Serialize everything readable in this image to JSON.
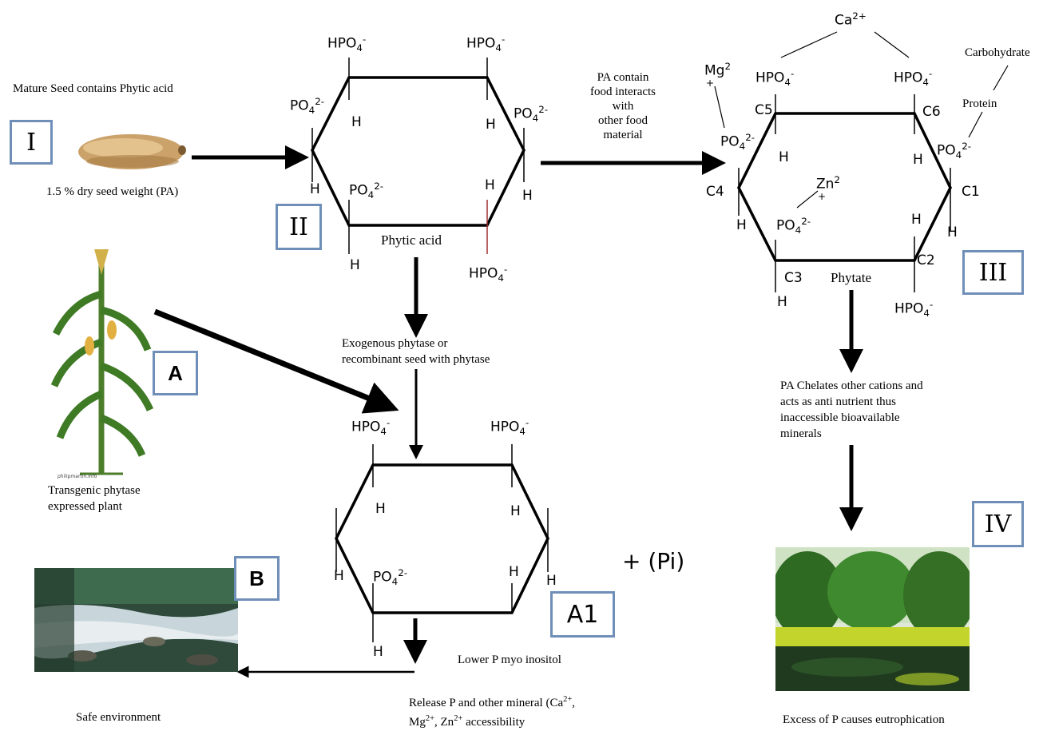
{
  "labels": {
    "box_I": "I",
    "box_II": "II",
    "box_III": "III",
    "box_IV": "IV",
    "box_A": "A",
    "box_A1": "A1",
    "box_B": "B"
  },
  "text": {
    "mature_seed": "Mature Seed contains Phytic acid",
    "dry_weight": "1.5 % dry seed weight (PA)",
    "phytic_acid": "Phytic acid",
    "pa_contain_1": "PA contain",
    "pa_contain_2": "food interacts",
    "pa_contain_3": "with",
    "pa_contain_4": "other food",
    "pa_contain_5": "material",
    "carbohydrate": "Carbohydrate",
    "protein": "Protein",
    "phytate": "Phytate",
    "exogenous_1": "Exogenous phytase or",
    "exogenous_2": "recombinant seed with phytase",
    "transgenic_1": "Transgenic phytase",
    "transgenic_2": "expressed plant",
    "chelates_1": "PA Chelates other cations and",
    "chelates_2": "acts as anti nutrient thus",
    "chelates_3": "inaccessible bioavailable",
    "chelates_4": "minerals",
    "plus_pi": "+  (Pi)",
    "lower_p": "Lower P myo inositol",
    "release_1": "Release P and other mineral (Ca",
    "release_2": "Mg",
    "release_3": "Zn",
    "release_4": "accessibility",
    "safe_env": "Safe environment",
    "eutrophication": "Excess of P causes eutrophication",
    "watermark": "philipmartin.info"
  },
  "chem": {
    "hpo4": "HPO",
    "po4": "PO",
    "h": "H",
    "ca": "Ca",
    "mg": "Mg",
    "zn": "Zn",
    "c1": "C1",
    "c2": "C2",
    "c3": "C3",
    "c4": "C4",
    "c5": "C5",
    "c6": "C6",
    "sub4": "4",
    "sup_minus": "-",
    "sup_2minus": "2-",
    "sup_2plus": "2+",
    "sup_2": "2",
    "sub_plus": "+",
    "release_sup1": "2+",
    "release_comma": ",",
    "release_sup2": "2+",
    "release_sup3": "2+"
  },
  "colors": {
    "box_border": "#6f8fb9",
    "red_bond": "#a03030"
  }
}
